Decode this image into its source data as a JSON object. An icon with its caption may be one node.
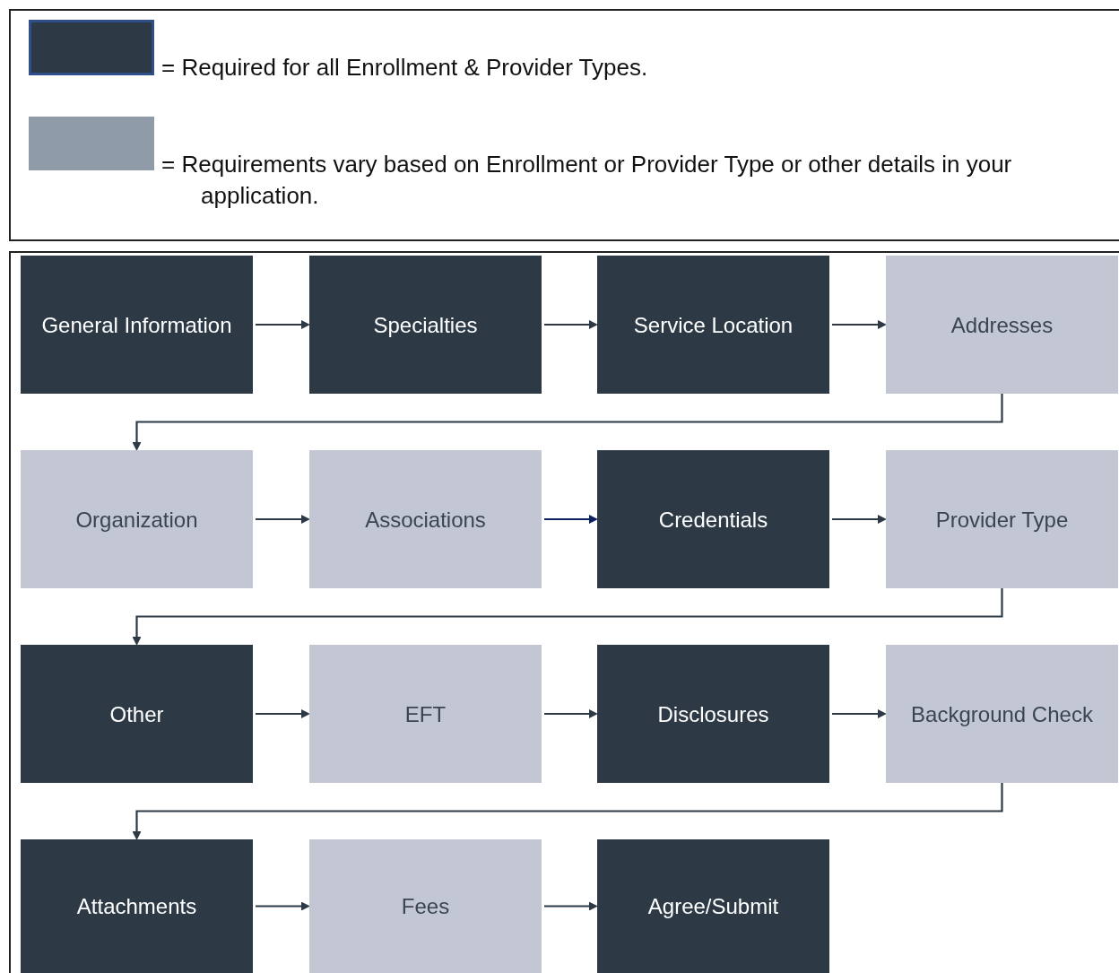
{
  "diagram": {
    "nodes": [
      {
        "text": [
          "General Information"
        ]
      },
      {
        "text": [
          "Specialties"
        ]
      },
      {
        "text": [
          "Service Location"
        ]
      },
      {
        "text": [
          "Addresses"
        ]
      },
      {
        "text": [
          "Organization"
        ]
      },
      {
        "text": [
          "Associations"
        ]
      },
      {
        "text": [
          "Credentials"
        ]
      },
      {
        "text": [
          "Provider Type"
        ]
      },
      {
        "text": [
          "Other"
        ]
      },
      {
        "text": [
          "EFT"
        ]
      },
      {
        "text": [
          "Disclosures"
        ]
      },
      {
        "text": [
          "Background Check"
        ]
      },
      {
        "text": [
          "Attachments"
        ]
      },
      {
        "text": [
          "Fees"
        ]
      },
      {
        "text": [
          "Agree/Submit"
        ]
      }
    ],
    "edges": [
      {
        "from": 0,
        "to": 1,
        "arrow": "to"
      },
      {
        "from": 1,
        "to": 2,
        "arrow": "to"
      },
      {
        "from": 2,
        "to": 3,
        "arrow": "to"
      },
      {
        "from": 3,
        "to": 4,
        "arrow": "to"
      },
      {
        "from": 4,
        "to": 5,
        "arrow": "to"
      },
      {
        "from": 5,
        "to": 6,
        "arrow": "to",
        "color": "#0b2160"
      },
      {
        "from": 6,
        "to": 7,
        "arrow": "to"
      },
      {
        "from": 7,
        "to": 8,
        "arrow": "to"
      },
      {
        "from": 8,
        "to": 9,
        "arrow": "to"
      },
      {
        "from": 9,
        "to": 10,
        "arrow": "to"
      },
      {
        "from": 10,
        "to": 11,
        "arrow": "to"
      },
      {
        "from": 11,
        "to": 12,
        "arrow": "to"
      },
      {
        "from": 12,
        "to": 13,
        "arrow": "to"
      },
      {
        "from": 13,
        "to": 14,
        "arrow": "to"
      }
    ],
    "legend": [
      {
        "text": "= Required for all Enrollment & Provider Types.",
        "color": "#2d3a46"
      },
      {
        "text": "= Requirements vary based on Enrollment or Provider Type or other details in your application.",
        "color": "#8f9ba8"
      }
    ]
  }
}
